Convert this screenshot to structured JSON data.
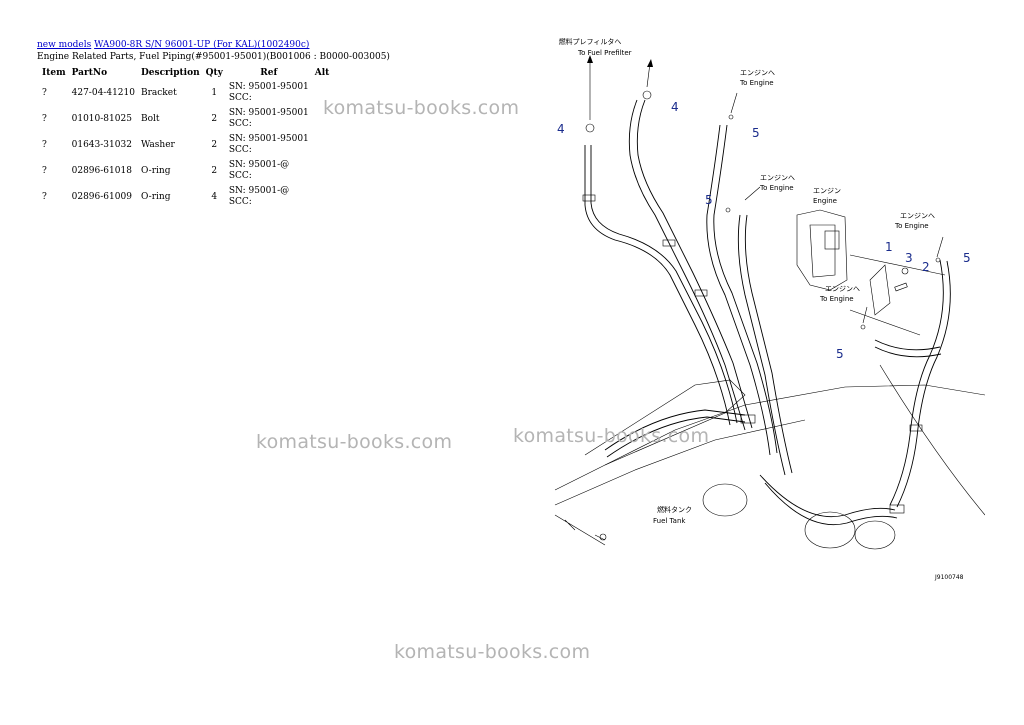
{
  "breadcrumb": {
    "root": "new models",
    "model": "WA900-8R S/N 96001-UP (For KAL)(1002490c)"
  },
  "subtitle": "Engine Related Parts, Fuel Piping(#95001-95001)(B001006 : B0000-003005)",
  "table": {
    "headers": {
      "item": "Item",
      "partno": "PartNo",
      "description": "Description",
      "qty": "Qty",
      "ref": "Ref",
      "alt": "Alt"
    },
    "rows": [
      {
        "item": "?",
        "partno": "427-04-41210",
        "description": "Bracket",
        "qty": "1",
        "ref1": "SN: 95001-95001",
        "ref2": "SCC:"
      },
      {
        "item": "?",
        "partno": "01010-81025",
        "description": "Bolt",
        "qty": "2",
        "ref1": "SN: 95001-95001",
        "ref2": "SCC:"
      },
      {
        "item": "?",
        "partno": "01643-31032",
        "description": "Washer",
        "qty": "2",
        "ref1": "SN: 95001-95001",
        "ref2": "SCC:"
      },
      {
        "item": "?",
        "partno": "02896-61018",
        "description": "O-ring",
        "qty": "2",
        "ref1": "SN: 95001-@",
        "ref2": "SCC:"
      },
      {
        "item": "?",
        "partno": "02896-61009",
        "description": "O-ring",
        "qty": "4",
        "ref1": "SN: 95001-@",
        "ref2": "SCC:"
      }
    ]
  },
  "watermark": "komatsu-books.com",
  "diagram": {
    "labels": {
      "prefilter_jp": "燃料プレフィルタへ",
      "prefilter_en": "To Fuel Prefilter",
      "engine_jp": "エンジンへ",
      "engine_en": "To Engine",
      "engine_title_jp": "エンジン",
      "engine_title_en": "Engine",
      "tank_jp": "燃料タンク",
      "tank_en": "Fuel Tank",
      "drawing_no": "J9100748"
    },
    "callouts": [
      "4",
      "4",
      "5",
      "5",
      "1",
      "3",
      "2",
      "5",
      "5"
    ]
  }
}
